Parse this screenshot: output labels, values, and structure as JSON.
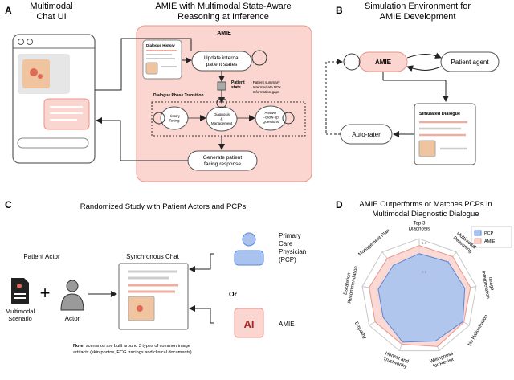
{
  "panel_a": {
    "letter": "A",
    "ui_title": "Multimodal\nChat UI",
    "section_title": "AMIE with Multimodal State-Aware\nReasoning at Inference",
    "amie_label": "AMIE",
    "dialogue_history": "Dialogue History",
    "update_states": "Update internal\npatient states",
    "patient_state": "Patient\nstate",
    "state_items": [
      "- Patient summary",
      "- Intermediate DDx",
      "- Information gaps"
    ],
    "phase_transition": "Dialogue Phase Transition",
    "phases": [
      "History\nTaking",
      "Diagnosis\n&\nManagement",
      "Answer\nFollow-up\nQuestions"
    ],
    "generate": "Generate patient\nfacing response"
  },
  "panel_b": {
    "letter": "B",
    "title": "Simulation Environment for\nAMIE Development",
    "amie": "AMIE",
    "patient_agent": "Patient agent",
    "simulated_dialogue": "Simulated Dialogue",
    "auto_rater": "Auto-rater"
  },
  "panel_c": {
    "letter": "C",
    "title": "Randomized Study with Patient Actors and PCPs",
    "patient_actor": "Patient Actor",
    "scenario": "Multimodal\nScenario",
    "actor": "Actor",
    "sync_chat": "Synchronous Chat",
    "pcp": "Primary\nCare\nPhysician\n(PCP)",
    "or": "Or",
    "ai_icon_text": "AI",
    "amie": "AMIE",
    "note_bold": "Note:",
    "note": " scenarios are built around 3 types of common image\nartifacts (skin photos, ECG tracings and  clinical documents)"
  },
  "panel_d": {
    "letter": "D",
    "title": "AMIE Outperforms or Matches PCPs in\nMultimodal Diagnostic Dialogue",
    "legend": [
      "PCP",
      "AMIE"
    ],
    "axes": [
      "Multimodal\nReasoning",
      "Image\nInterpretation",
      "No Hallucination",
      "Willingness\nfor Revisit",
      "Honest and\nTrustworthy",
      "Empathy",
      "Escalation\nRecommendation",
      "Management Plan",
      "Top-3\nDiagnosis"
    ],
    "ring_labels": [
      "0.5",
      "1.0"
    ]
  },
  "colors": {
    "pink_fill": "#fbd5cf",
    "pink_stroke": "#e9958b",
    "blue_fill": "#a9c3ee",
    "blue_stroke": "#5b86d6",
    "grey_line": "#c9c9c9"
  },
  "chart_data": {
    "type": "radar",
    "categories": [
      "Top-3 Diagnosis",
      "Multimodal Reasoning",
      "Image Interpretation",
      "No Hallucination",
      "Willingness for Revisit",
      "Honest and Trustworthy",
      "Empathy",
      "Escalation Recommendation",
      "Management Plan"
    ],
    "series": [
      {
        "name": "PCP",
        "values": [
          0.74,
          0.78,
          0.8,
          0.87,
          0.82,
          0.84,
          0.72,
          0.72,
          0.7
        ]
      },
      {
        "name": "AMIE",
        "values": [
          0.88,
          0.9,
          0.9,
          0.89,
          0.92,
          0.88,
          0.88,
          0.88,
          0.86
        ]
      }
    ],
    "rlim": [
      0,
      1.0
    ],
    "ticks": [
      "0.5",
      "1.0"
    ],
    "legend_position": "top-right"
  }
}
